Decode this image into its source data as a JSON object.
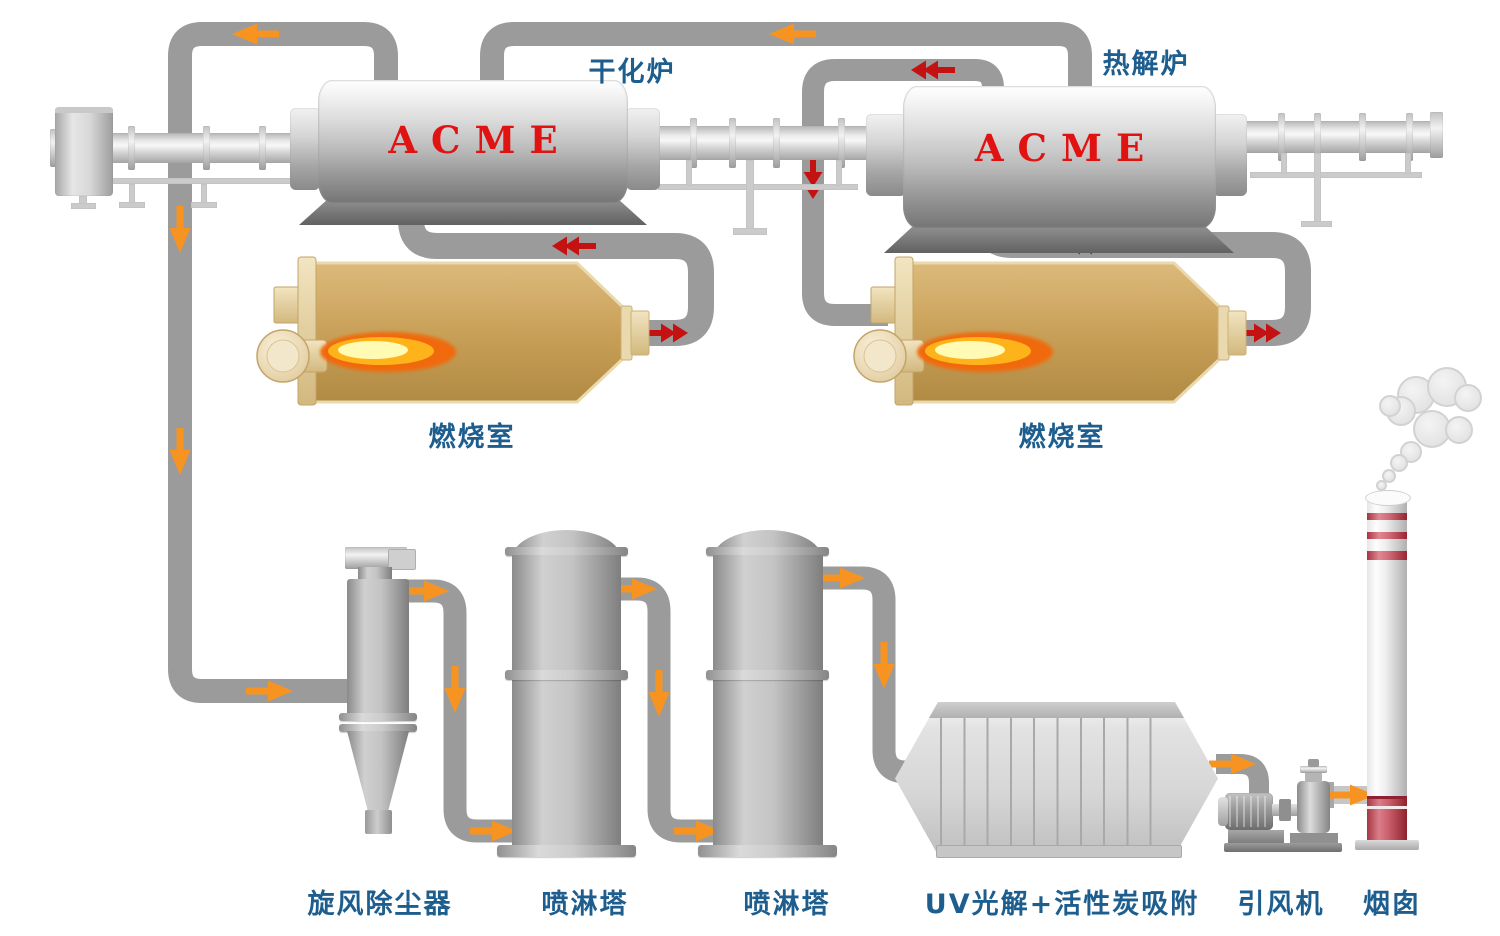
{
  "brand": {
    "logo": "ACME"
  },
  "colors": {
    "label_blue": "#1e5e8e",
    "logo_red": "#e11212",
    "pipe_gray": "#9b9b9b",
    "flow_arrow_orange": "#f79421",
    "flow_arrow_red": "#c41111",
    "chamber_tan": "#c9a35c",
    "chimney_stripe_red": "#c5404e",
    "background": "#ffffff"
  },
  "equipment": {
    "drying_furnace": {
      "label": "干化炉"
    },
    "pyrolysis_furnace": {
      "label": "热解炉"
    },
    "combustion_chamber_left": {
      "label": "燃烧室"
    },
    "combustion_chamber_right": {
      "label": "燃烧室"
    },
    "cyclone_dust_collector": {
      "label": "旋风除尘器"
    },
    "spray_tower_1": {
      "label": "喷淋塔"
    },
    "spray_tower_2": {
      "label": "喷淋塔"
    },
    "uv_photolysis_carbon": {
      "label": "UV光解+活性炭吸附"
    },
    "induced_draft_fan": {
      "label": "引风机"
    },
    "chimney": {
      "label": "烟囱"
    }
  }
}
